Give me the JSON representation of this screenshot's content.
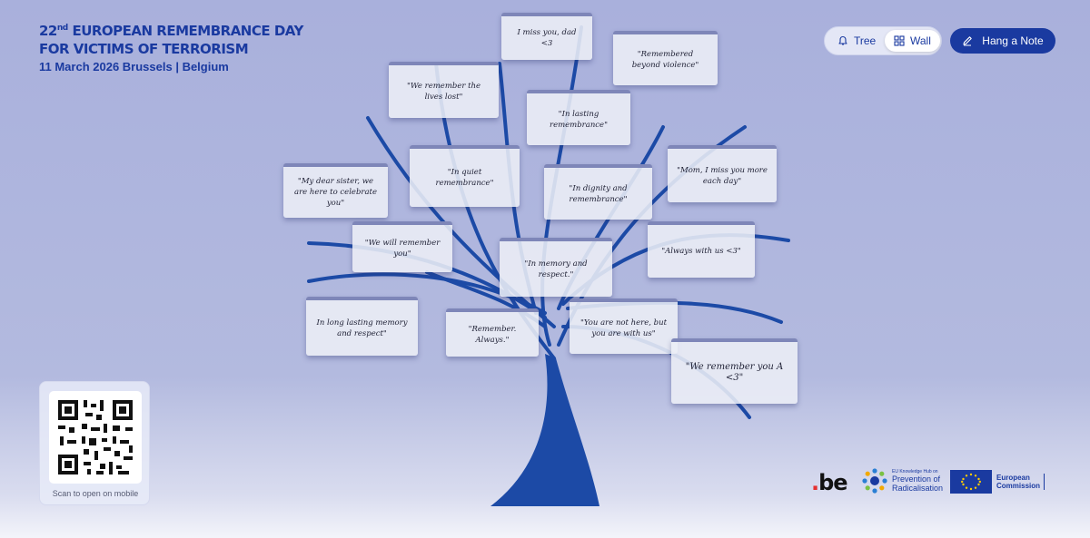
{
  "header": {
    "edition": "22",
    "edition_suffix": "nd",
    "title_rest": " EUROPEAN REMEMBRANCE DAY",
    "title_line2": "FOR VICTIMS OF TERRORISM",
    "subtitle": "11 March 2026 Brussels | Belgium"
  },
  "view_toggle": {
    "tree_label": "Tree",
    "wall_label": "Wall",
    "active": "Wall"
  },
  "hang_button": {
    "label": "Hang a Note"
  },
  "notes": [
    "I miss you, dad <3",
    "\"Remembered beyond violence\"",
    "\"We remember the lives lost\"",
    "\"In lasting remembrance\"",
    "\"In quiet remembrance\"",
    "\"In dignity and remembrance\"",
    "\"Mom, I miss you more each day\"",
    "\"My dear sister, we are here to celebrate you\"",
    "\"We will remember you\"",
    "\"In memory and respect.\"",
    "\"Always with us <3\"",
    "In long lasting memory and respect\"",
    "\"Remember. Always.\"",
    "\"You are not here, but you are with us\"",
    "\"We remember you A <3\""
  ],
  "qr": {
    "caption": "Scan to open on mobile"
  },
  "logos": {
    "be_main": "be",
    "ran_small": "EU Knowledge Hub on",
    "ran_line1": "Prevention of",
    "ran_line2": "Radicalisation",
    "ec_line1": "European",
    "ec_line2": "Commission"
  },
  "colors": {
    "brand_blue": "#1a3aa0",
    "background": "#a9b0dc"
  }
}
